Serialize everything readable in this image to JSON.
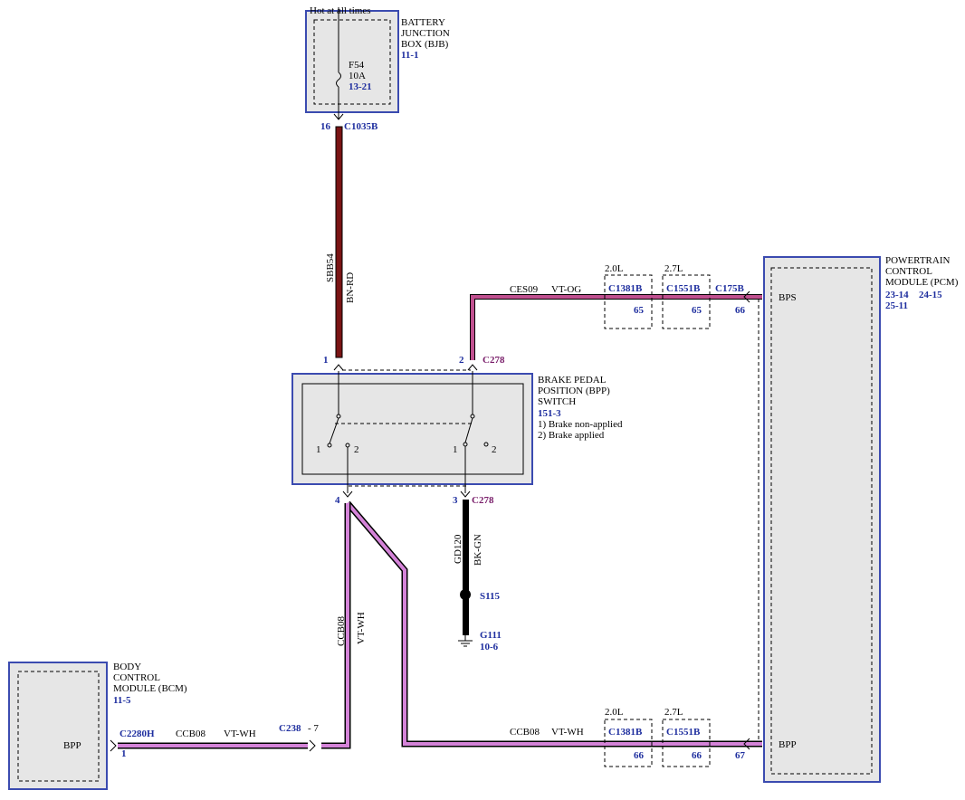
{
  "battery_junction_box": {
    "hot_label": "Hot at all times",
    "name_line1": "BATTERY",
    "name_line2": "JUNCTION",
    "name_line3": "BOX (BJB)",
    "page_ref": "11-1",
    "fuse_name": "F54",
    "fuse_rating": "10A",
    "fuse_ref": "13-21",
    "pin": "16",
    "connector": "C1035B"
  },
  "wire_sbb54": {
    "circuit": "SBB54",
    "color_code": "BN-RD",
    "color": "#7a1414"
  },
  "bpp_switch": {
    "name_line1": "BRAKE PEDAL",
    "name_line2": "POSITION (BPP)",
    "name_line3": "SWITCH",
    "page_ref": "151-3",
    "note1": "1) Brake non-applied",
    "note2": "2) Brake applied",
    "pin_top_left": "1",
    "pin_top_right": "2",
    "connector_top": "C278",
    "pin_bottom_left": "4",
    "pin_bottom_right": "3",
    "connector_bottom": "C278",
    "contact_left_1": "1",
    "contact_left_2": "2",
    "contact_right_1": "1",
    "contact_right_2": "2"
  },
  "wire_ces09": {
    "circuit": "CES09",
    "color_code": "VT-OG",
    "variant_1": "2.0L",
    "connector_1": "C1381B",
    "pin_1": "65",
    "variant_2": "2.7L",
    "connector_2": "C1551B",
    "pin_2": "65",
    "connector_3": "C175B",
    "pin_3": "66"
  },
  "pcm": {
    "name_line1": "POWERTRAIN",
    "name_line2": "CONTROL",
    "name_line3": "MODULE (PCM)",
    "refs_line1_a": "23-14",
    "refs_line1_b": "24-15",
    "refs_line2": "25-11",
    "pin_bps": "BPS",
    "pin_bpp": "BPP"
  },
  "wire_gd120": {
    "circuit": "GD120",
    "color_code": "BK-GN",
    "splice": "S115",
    "ground": "G111",
    "ground_ref": "10-6"
  },
  "wire_ccb08_vertical": {
    "circuit": "CCB08",
    "color_code": "VT-WH"
  },
  "bcm": {
    "name_line1": "BODY",
    "name_line2": "CONTROL",
    "name_line3": "MODULE (BCM)",
    "page_ref": "11-5",
    "pin_label": "BPP",
    "connector": "C2280H",
    "pin": "1"
  },
  "wire_ccb08_bcm": {
    "circuit": "CCB08",
    "color_code": "VT-WH",
    "inline_connector": "C238",
    "inline_pin": "- 7"
  },
  "wire_ccb08_pcm": {
    "circuit": "CCB08",
    "color_code": "VT-WH",
    "variant_1": "2.0L",
    "connector_1": "C1381B",
    "pin_1": "66",
    "variant_2": "2.7L",
    "connector_2": "C1551B",
    "pin_2": "66",
    "pin_3": "67"
  },
  "colors": {
    "component_border": "#3b4bb0",
    "reference_text": "#1f2f9f",
    "violet_orange_wire": "#c0508f",
    "violet_white_wire": "#b650c0",
    "black_green_wire": "#000000"
  }
}
